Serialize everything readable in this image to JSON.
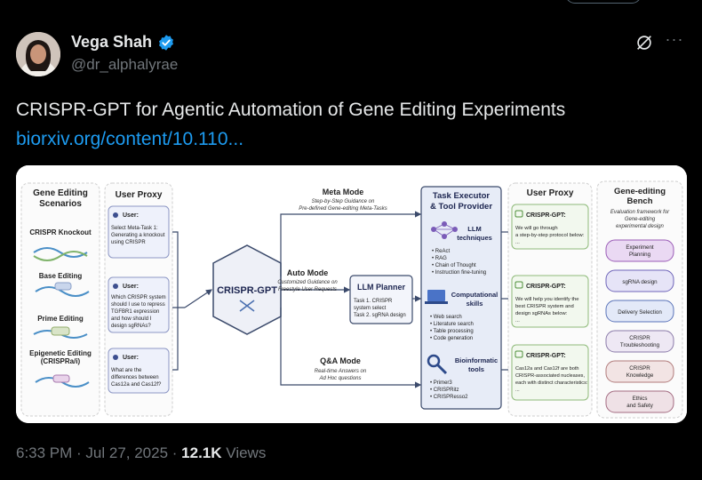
{
  "author": {
    "name": "Vega Shah",
    "handle": "@dr_alphalyrae"
  },
  "tweet": {
    "text": "CRISPR-GPT for Agentic Automation of Gene Editing Experiments",
    "link": "biorxiv.org/content/10.110..."
  },
  "meta": {
    "time": "6:33 PM",
    "date": "Jul 27, 2025",
    "views_count": "12.1K",
    "views_label": "Views"
  },
  "icons": {
    "verified": "verified-badge-icon",
    "grok": "grok-icon",
    "more": "more-icon"
  },
  "colors": {
    "link": "#1d9bf0",
    "verified": "#1d9bf0",
    "background": "#000000"
  },
  "figure": {
    "scenarios": {
      "title1": "Gene Editing",
      "title2": "Scenarios",
      "items": [
        "CRISPR Knockout",
        "Base Editing",
        "Prime Editing",
        "Epigenetic Editing",
        "(CRISPRa/i)"
      ]
    },
    "user_proxy_left": {
      "title": "User Proxy",
      "boxes": [
        {
          "who": "User:",
          "lines": [
            "Select Meta-Task 1:",
            "Generating a knockout",
            "using CRISPR"
          ]
        },
        {
          "who": "User:",
          "lines": [
            "Which CRISPR system",
            "should I use to repress",
            "TGFBR1 expression",
            "and how should I",
            "design sgRNAs?"
          ]
        },
        {
          "who": "User:",
          "lines": [
            "What are the",
            "differences between",
            "Cas12a and Cas12f?"
          ]
        }
      ]
    },
    "center": {
      "label": "CRISPR-GPT"
    },
    "modes": {
      "meta": {
        "title": "Meta Mode",
        "sub1": "Step-by-Step Guidance on",
        "sub2": "Pre-defined Gene-editing Meta-Tasks"
      },
      "auto": {
        "title": "Auto Mode",
        "sub1": "Customized Guidance on",
        "sub2": "Freestyle User Requests"
      },
      "qa": {
        "title": "Q&A Mode",
        "sub1": "Real-time Answers on",
        "sub2": "Ad Hoc questions"
      }
    },
    "planner": {
      "title": "LLM Planner",
      "task1": "Task 1. CRISPR",
      "task1b": "system select",
      "task2": "Task 2. sgRNA design"
    },
    "executor": {
      "title1": "Task Executor",
      "title2": "& Tool Provider",
      "llm_title1": "LLM",
      "llm_title2": "techniques",
      "llm_items": [
        "• ReAct",
        "• RAG",
        "• Chain of Thought",
        "• Instruction fine-tuning"
      ],
      "comp_title1": "Computational",
      "comp_title2": "skills",
      "comp_items": [
        "• Web search",
        "• Literature search",
        "• Table processing",
        "• Code generation"
      ],
      "bio_title1": "Bioinformatic",
      "bio_title2": "tools",
      "bio_items": [
        "• Primer3",
        "• CRISPRitz",
        "• CRISPResso2"
      ]
    },
    "user_proxy_right": {
      "title": "User Proxy",
      "boxes": [
        {
          "who": "CRISPR-GPT:",
          "lines": [
            "We will go through",
            "a step-by-step protocol below:",
            "..."
          ]
        },
        {
          "who": "CRISPR-GPT:",
          "lines": [
            "We will help you identify the",
            "best CRISPR system and",
            "design sgRNAs below:",
            "..."
          ]
        },
        {
          "who": "CRISPR-GPT:",
          "lines": [
            "Cas12a and Cas12f are both",
            "CRISPR-associated nucleases,",
            "each with distinct characteristics:",
            "..."
          ]
        }
      ]
    },
    "bench": {
      "title1": "Gene-editing",
      "title2": "Bench",
      "sub1": "Evaluation framework for",
      "sub2": "Gene-editing",
      "sub3": "experimental design",
      "items": [
        {
          "l1": "Experiment",
          "l2": "Planning",
          "fill": "#ead9f3",
          "stroke": "#9a5bb6"
        },
        {
          "l1": "sgRNA design",
          "l2": "",
          "fill": "#e6e4f7",
          "stroke": "#6d63b8"
        },
        {
          "l1": "Delivery Selection",
          "l2": "",
          "fill": "#e3e9f8",
          "stroke": "#5a73b8"
        },
        {
          "l1": "CRISPR",
          "l2": "Troubleshooting",
          "fill": "#eee8f4",
          "stroke": "#8a7aa8"
        },
        {
          "l1": "CRISPR",
          "l2": "Knowledge",
          "fill": "#f2e4e4",
          "stroke": "#b07a7a"
        },
        {
          "l1": "Ethics",
          "l2": "and Safety",
          "fill": "#efe1e6",
          "stroke": "#a36a80"
        }
      ]
    }
  }
}
